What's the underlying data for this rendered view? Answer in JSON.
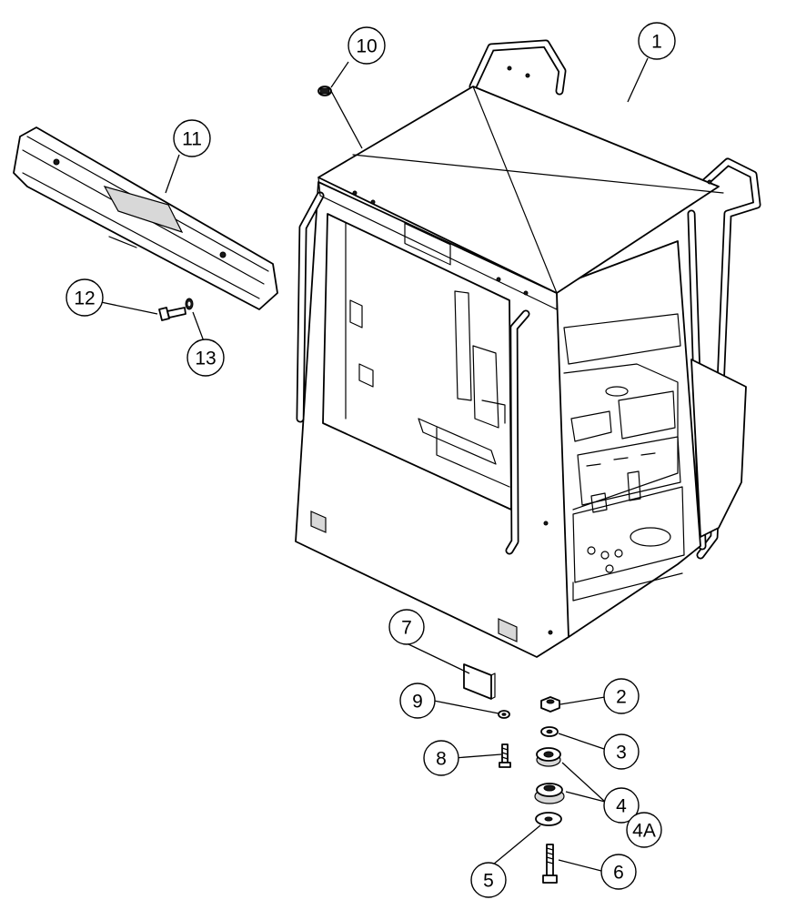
{
  "diagram": {
    "callouts": [
      {
        "id": "c1",
        "label": "1"
      },
      {
        "id": "c2",
        "label": "2"
      },
      {
        "id": "c3",
        "label": "3"
      },
      {
        "id": "c4",
        "label": "4"
      },
      {
        "id": "c4a",
        "label": "4A"
      },
      {
        "id": "c5",
        "label": "5"
      },
      {
        "id": "c6",
        "label": "6"
      },
      {
        "id": "c7",
        "label": "7"
      },
      {
        "id": "c8",
        "label": "8"
      },
      {
        "id": "c9",
        "label": "9"
      },
      {
        "id": "c10",
        "label": "10"
      },
      {
        "id": "c11",
        "label": "11"
      },
      {
        "id": "c12",
        "label": "12"
      },
      {
        "id": "c13",
        "label": "13"
      }
    ]
  }
}
